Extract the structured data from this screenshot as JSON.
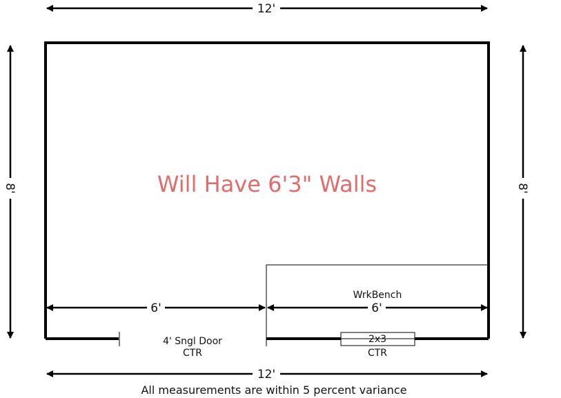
{
  "plan": {
    "top_width": "12'",
    "bottom_width": "12'",
    "left_height": "8'",
    "right_height": "8'",
    "left_segment": "6'",
    "right_segment": "6'",
    "wall_note": "Will Have 6'3\" Walls",
    "workbench_label": "WrkBench",
    "door_label": "4' Sngl Door",
    "door_position": "CTR",
    "window_label": "2x3",
    "window_position": "CTR",
    "footnote": "All measurements are within 5 percent variance"
  },
  "colors": {
    "line": "#000000",
    "note": "#e06c6c"
  }
}
